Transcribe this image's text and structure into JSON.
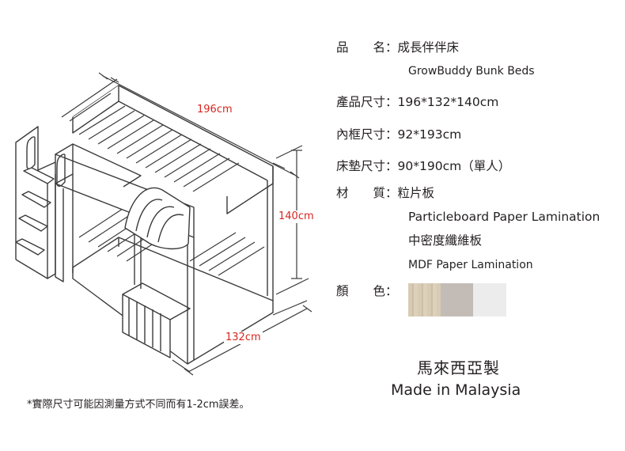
{
  "dimensions": {
    "width_label": "196cm",
    "height_label": "140cm",
    "depth_label": "132cm"
  },
  "specs": {
    "product_name_label": "品　　名：",
    "product_name_zh": "成長伴伴床",
    "product_name_en": "GrowBuddy Bunk Beds",
    "product_size_label": "產品尺寸：",
    "product_size": "196*132*140cm",
    "inner_frame_label": "內框尺寸：",
    "inner_frame": "92*193cm",
    "mattress_label": "床墊尺寸：",
    "mattress": "90*190cm（單人）",
    "material_label": "材　　質：",
    "material_zh": "粒片板",
    "material_en": "Particleboard Paper Lamination",
    "material2_zh": "中密度纖維板",
    "material2_en": "MDF Paper Lamination",
    "color_label": "顏　　色："
  },
  "colors": {
    "swatch_wood": "#d8cbb4",
    "swatch_taupe": "#c3bcb6",
    "swatch_white": "#ececec",
    "dimension_red": "#d7261f"
  },
  "origin": {
    "zh": "馬來西亞製",
    "en": "Made in Malaysia"
  },
  "footnote": "*實際尺寸可能因測量方式不同而有1-2cm誤差。"
}
